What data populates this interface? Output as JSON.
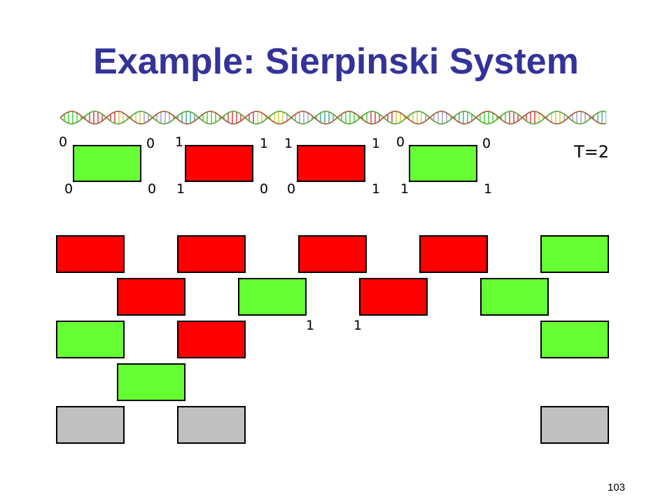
{
  "slide": {
    "title": "Example: Sierpinski System",
    "time_label": "T=2",
    "page_number": "103"
  },
  "colors": {
    "green": "#66ff33",
    "red": "#ff0000",
    "gray": "#c0c0c0",
    "title": "#333399"
  },
  "tile_types": [
    {
      "name": "tile-type-green-00",
      "color": "green",
      "labels": {
        "top_left": "0",
        "top_right": "0",
        "bottom_left": "0",
        "bottom_right": "0"
      }
    },
    {
      "name": "tile-type-red-1100",
      "color": "red",
      "labels": {
        "top_left": "1",
        "top_right": "1",
        "bottom_left": "1",
        "bottom_right": "0"
      }
    },
    {
      "name": "tile-type-red-1101",
      "color": "red",
      "labels": {
        "top_left": "1",
        "top_right": "1",
        "bottom_left": "0",
        "bottom_right": "1"
      }
    },
    {
      "name": "tile-type-green-0011",
      "color": "green",
      "labels": {
        "top_left": "0",
        "top_right": "0",
        "bottom_left": "1",
        "bottom_right": "1"
      }
    }
  ],
  "assembly": {
    "rows": [
      {
        "row": 0,
        "cells": [
          {
            "col": 0,
            "color": "red"
          },
          {
            "col": 2,
            "color": "red"
          },
          {
            "col": 4,
            "color": "red"
          },
          {
            "col": 6,
            "color": "red"
          },
          {
            "col": 8,
            "color": "green"
          }
        ]
      },
      {
        "row": 1,
        "cells": [
          {
            "col": 1,
            "color": "red"
          },
          {
            "col": 3,
            "color": "green"
          },
          {
            "col": 5,
            "color": "red"
          },
          {
            "col": 7,
            "color": "green"
          }
        ]
      },
      {
        "row": 2,
        "cells": [
          {
            "col": 0,
            "color": "green"
          },
          {
            "col": 2,
            "color": "red"
          },
          {
            "col": 8,
            "color": "green"
          }
        ]
      },
      {
        "row": 3,
        "cells": [
          {
            "col": 1,
            "color": "green"
          }
        ]
      },
      {
        "row": 4,
        "cells": [
          {
            "col": 0,
            "color": "gray"
          },
          {
            "col": 2,
            "color": "gray"
          },
          {
            "col": 8,
            "color": "gray"
          }
        ]
      }
    ],
    "pending_labels": [
      "1",
      "1"
    ]
  }
}
